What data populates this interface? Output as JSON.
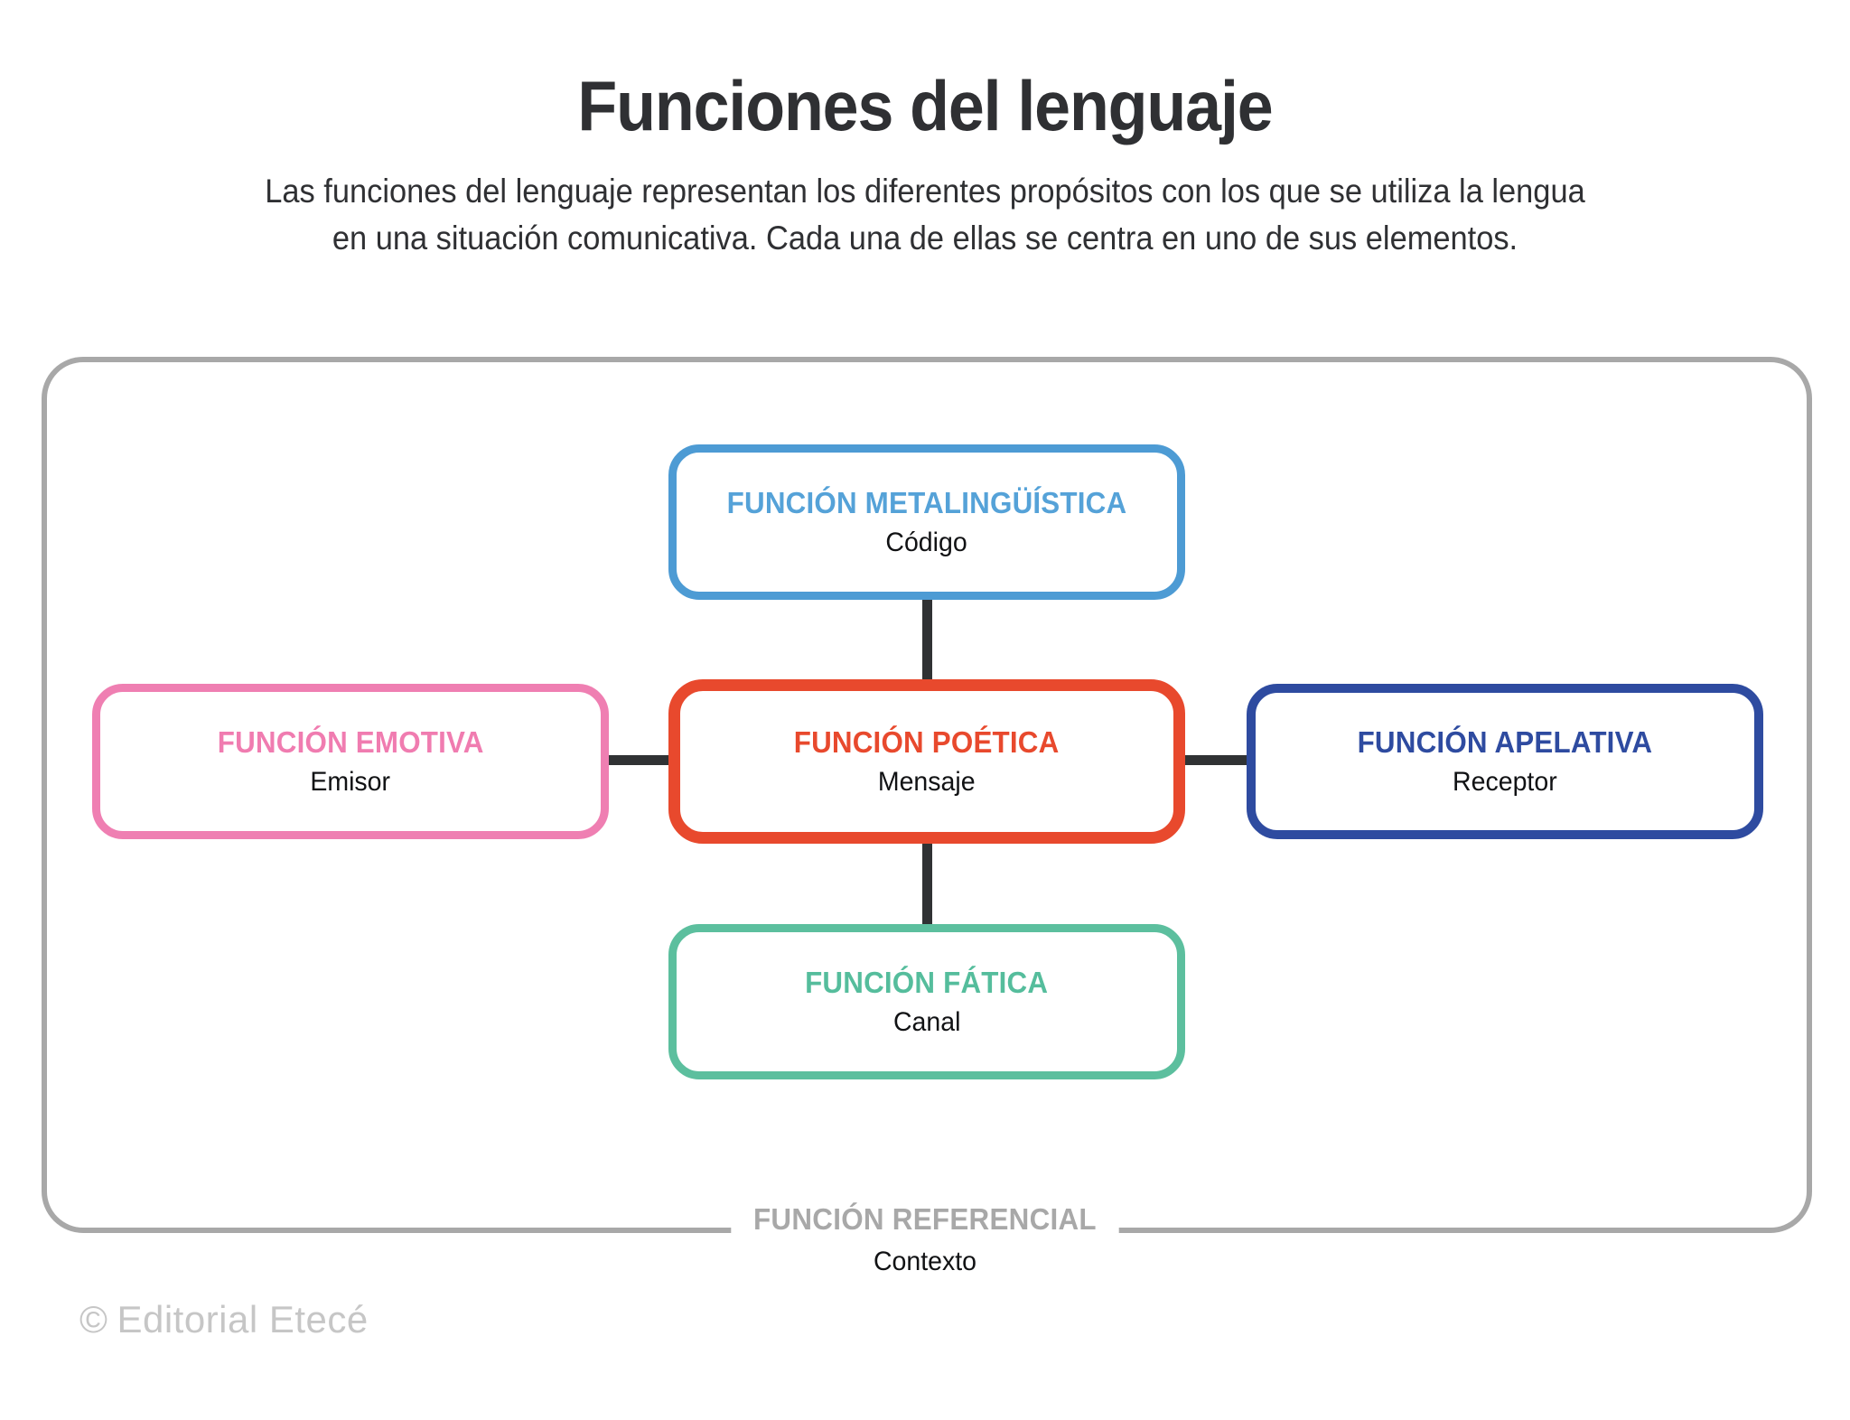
{
  "header": {
    "title": "Funciones del lenguaje",
    "subtitle_line_1": "Las funciones del lenguaje representan los diferentes propósitos con los que se utiliza la lengua",
    "subtitle_line_2": "en una situación comunicativa. Cada una de ellas se centra en uno de sus elementos."
  },
  "diagram": {
    "nodes": {
      "metalinguistica": {
        "title": "FUNCIÓN METALINGÜÍSTICA",
        "element": "Código",
        "color": "#4D9BD4",
        "position": "top"
      },
      "emotiva": {
        "title": "FUNCIÓN EMOTIVA",
        "element": "Emisor",
        "color": "#EF7FB2",
        "position": "left"
      },
      "poetica": {
        "title": "FUNCIÓN POÉTICA",
        "element": "Mensaje",
        "color": "#E8492D",
        "position": "center"
      },
      "apelativa": {
        "title": "FUNCIÓN APELATIVA",
        "element": "Receptor",
        "color": "#2E4BA0",
        "position": "right"
      },
      "fatica": {
        "title": "FUNCIÓN FÁTICA",
        "element": "Canal",
        "color": "#5CBF9E",
        "position": "bottom"
      }
    },
    "frame": {
      "title": "FUNCIÓN REFERENCIAL",
      "element": "Contexto",
      "color": "#A8A8A8"
    },
    "connector_color": "#303234"
  },
  "footer": {
    "copyright_symbol": "©",
    "credit": "Editorial Etecé"
  }
}
